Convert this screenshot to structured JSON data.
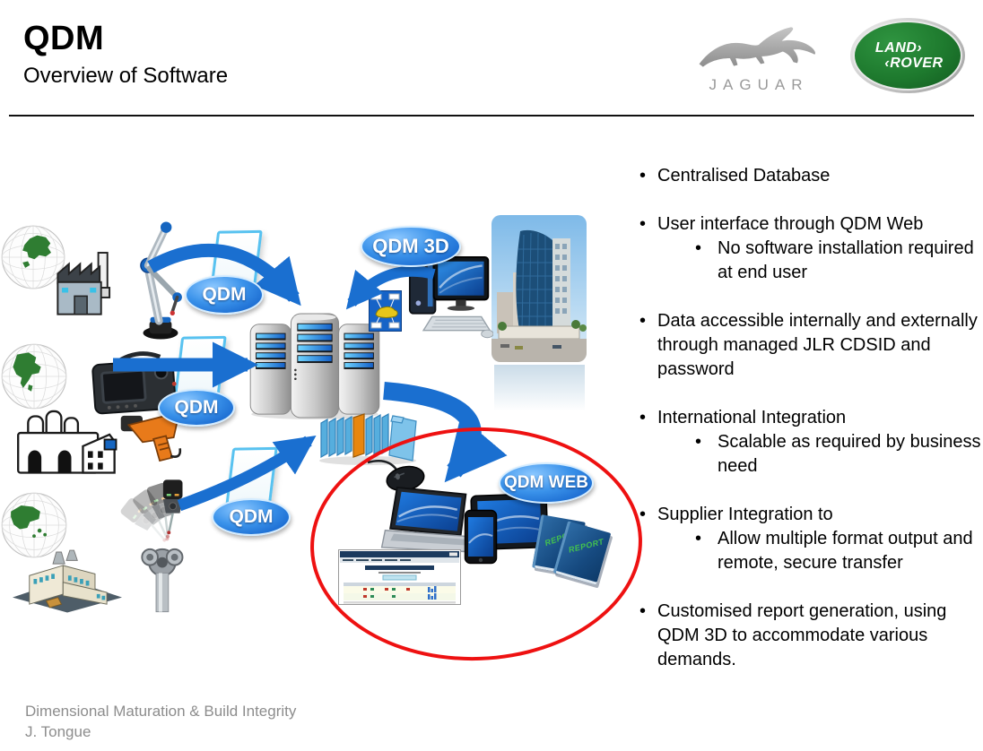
{
  "slide": {
    "title": "QDM",
    "subtitle": "Overview of Software",
    "footer": {
      "line1": "Dimensional Maturation & Build Integrity",
      "line2": "J. Tongue"
    }
  },
  "logos": {
    "jaguar": {
      "label": "JAGUAR"
    },
    "land_rover": {
      "line1": "LAND›",
      "line2": "‹ROVER",
      "green": "#1e7a2e"
    }
  },
  "diagram": {
    "badges": {
      "qdm": "QDM",
      "qdm_3d": "QDM 3D",
      "qdm_web": "QDM WEB"
    },
    "report_label": "REPORT",
    "colors": {
      "arrow_blue": "#1a6fd0",
      "badge_blue": "#1565d8",
      "highlight_red": "#ee1111"
    }
  },
  "bullets": [
    {
      "text": "Centralised Database",
      "subs": []
    },
    {
      "text": "User interface through QDM Web",
      "subs": [
        "No software installation required at end user"
      ]
    },
    {
      "text": "Data accessible internally and externally through managed JLR CDSID and password",
      "subs": []
    },
    {
      "text": "International Integration",
      "subs": [
        "Scalable as required by business need"
      ]
    },
    {
      "text": "Supplier Integration  to",
      "subs": [
        "Allow multiple format output and remote, secure transfer"
      ]
    },
    {
      "text": "Customised report generation, using QDM 3D to accommodate various demands.",
      "subs": []
    }
  ]
}
